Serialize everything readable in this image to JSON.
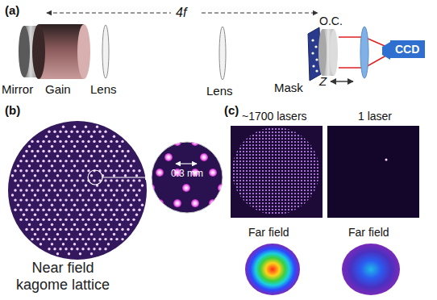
{
  "diagram": {
    "nodes": [
      {
        "text": [
          "CCD"
        ]
      }
    ],
    "labels": [
      "(a)",
      "4f",
      "Mirror",
      "Gain",
      "Lens",
      "Lens",
      "Mask",
      "O.C.",
      "Z",
      "(b)",
      "0.3 mm",
      "Near field kagome lattice",
      "(c)",
      "~1700 lasers",
      "1 laser",
      "Far field",
      "Far field"
    ]
  }
}
